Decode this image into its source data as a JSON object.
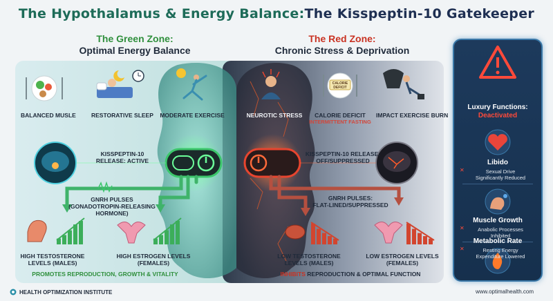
{
  "title": {
    "part1": "The Hypothalamus & Energy Balance: ",
    "part2": "The Kisspeptin-10 Gatekeeper"
  },
  "green_zone": {
    "heading": "The Green Zone:",
    "subheading": "Optimal Energy Balance",
    "inputs": [
      "Balanced Musle",
      "Restorative Sleep",
      "Moderate Exercise"
    ],
    "release_label": "Kisspeptin-10\nRelease: Active",
    "gnrh_label": "GnRH Pulses\n(Gonadotropin-Releasing\nHormone)",
    "outcomes": [
      "High Testosterone\nLevels (Males)",
      "High Estrogen Levels\n(Females)"
    ],
    "footer": "Promotes Reproduction, Growth & Vitality",
    "bars": [
      0.25,
      0.4,
      0.6,
      0.85,
      1.0
    ]
  },
  "red_zone": {
    "heading": "The Red Zone:",
    "subheading": "Chronic Stress & Deprivation",
    "inputs": [
      "Neurotic Stress",
      "Calorie Deficit",
      "Impact Exercise Burn"
    ],
    "input_sub": "Intermittent Fasting",
    "plate_text": "Calorie\nDeficit",
    "release_label": "Kisspeptin-10 Release:\nOff/Suppressed",
    "gnrh_label": "GnRH Pulses:\nFlat-lined/Suppressed",
    "outcomes": [
      "Low Testosterone\nLevels (Males)",
      "Low Estrogen Levels\n(Females)"
    ],
    "footer_strong": "Inhibits",
    "footer": " Reproduction & Optimal Function",
    "bars": [
      1.0,
      0.75,
      0.55,
      0.4,
      0.28
    ]
  },
  "luxury": {
    "title_line1": "Luxury Functions:",
    "title_line2": "Deactivated",
    "items": [
      {
        "name": "Libido",
        "desc": "Sexual Drive\nSignificantly Reduced"
      },
      {
        "name": "Muscle Growth",
        "desc": "Anabolic Processes\nInhibited"
      },
      {
        "name": "Metabolic Rate",
        "desc": "Resting Energy\nExpenditure Lowered"
      }
    ]
  },
  "footer": {
    "left": "Health Optimization Institute",
    "right": "www.optimalhealth.com"
  },
  "colors": {
    "green_accent": "#3cc66b",
    "red_accent": "#e8452f",
    "navy": "#1d3a5c"
  }
}
